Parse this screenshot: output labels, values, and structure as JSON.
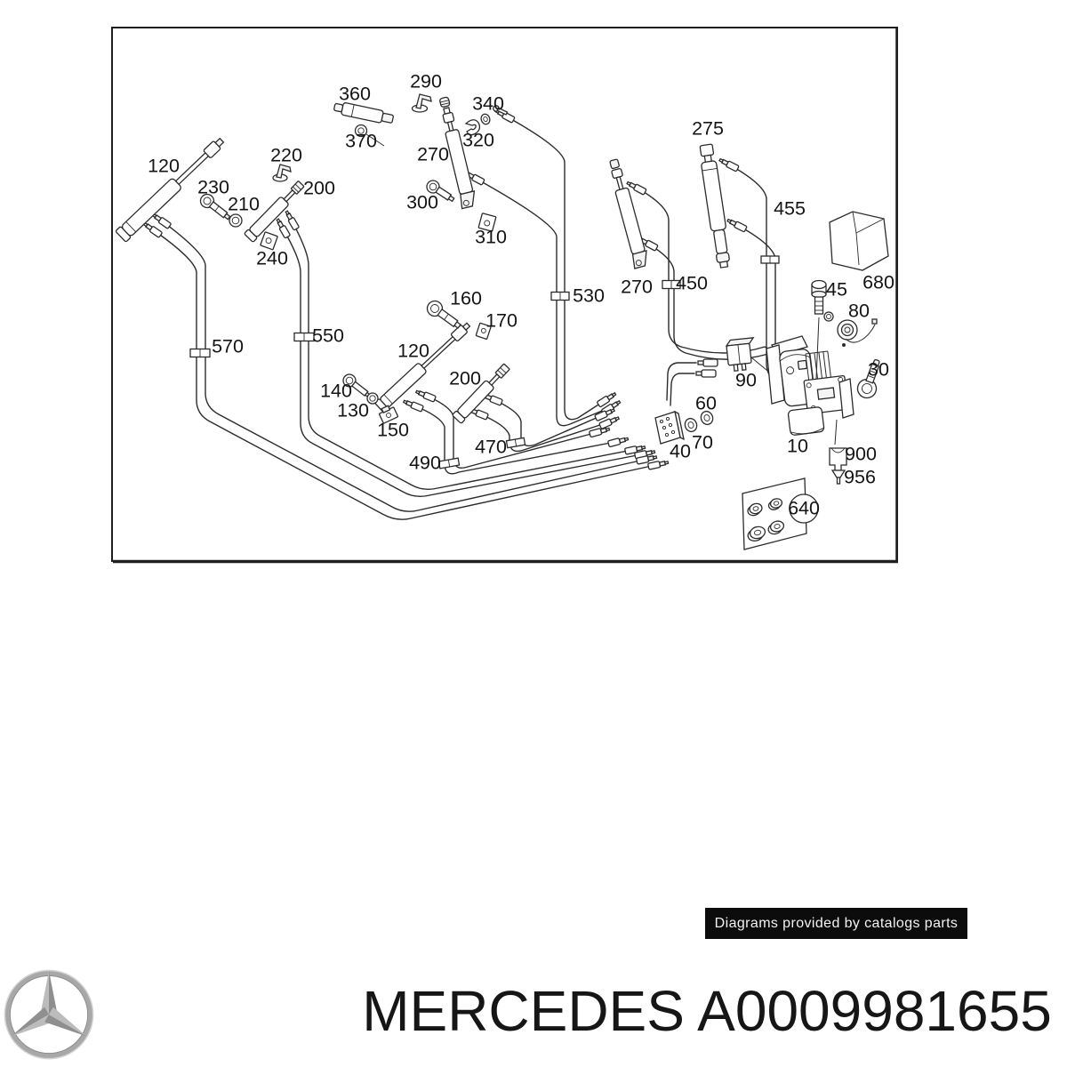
{
  "diagram": {
    "labels": [
      {
        "id": "120-left",
        "text": "120"
      },
      {
        "id": "230",
        "text": "230"
      },
      {
        "id": "210",
        "text": "210"
      },
      {
        "id": "220",
        "text": "220"
      },
      {
        "id": "200-upper",
        "text": "200"
      },
      {
        "id": "240",
        "text": "240"
      },
      {
        "id": "360",
        "text": "360"
      },
      {
        "id": "370",
        "text": "370"
      },
      {
        "id": "290",
        "text": "290"
      },
      {
        "id": "270-upper",
        "text": "270"
      },
      {
        "id": "300",
        "text": "300"
      },
      {
        "id": "310",
        "text": "310"
      },
      {
        "id": "340",
        "text": "340"
      },
      {
        "id": "320",
        "text": "320"
      },
      {
        "id": "275",
        "text": "275"
      },
      {
        "id": "455",
        "text": "455"
      },
      {
        "id": "680",
        "text": "680"
      },
      {
        "id": "530",
        "text": "530"
      },
      {
        "id": "270-mid",
        "text": "270"
      },
      {
        "id": "450",
        "text": "450"
      },
      {
        "id": "45",
        "text": "45"
      },
      {
        "id": "80",
        "text": "80"
      },
      {
        "id": "30",
        "text": "30"
      },
      {
        "id": "90",
        "text": "90"
      },
      {
        "id": "10",
        "text": "10"
      },
      {
        "id": "900",
        "text": "900"
      },
      {
        "id": "956",
        "text": "956"
      },
      {
        "id": "640",
        "text": "640"
      },
      {
        "id": "160",
        "text": "160"
      },
      {
        "id": "170",
        "text": "170"
      },
      {
        "id": "120-mid",
        "text": "120"
      },
      {
        "id": "200-mid",
        "text": "200"
      },
      {
        "id": "140",
        "text": "140"
      },
      {
        "id": "130",
        "text": "130"
      },
      {
        "id": "150",
        "text": "150"
      },
      {
        "id": "570",
        "text": "570"
      },
      {
        "id": "550",
        "text": "550"
      },
      {
        "id": "490",
        "text": "490"
      },
      {
        "id": "470",
        "text": "470"
      },
      {
        "id": "60",
        "text": "60"
      },
      {
        "id": "70",
        "text": "70"
      },
      {
        "id": "40",
        "text": "40"
      }
    ]
  },
  "banner": {
    "text": "Diagrams provided by catalogs parts",
    "bg": "#0c0c0c",
    "fg": "#f2f2f2"
  },
  "footer": {
    "title": "MERCEDES A0009981655"
  },
  "logo": {
    "name": "mercedes-benz-star"
  },
  "colors": {
    "line": "#2b2b2b",
    "label_text": "#141414"
  }
}
